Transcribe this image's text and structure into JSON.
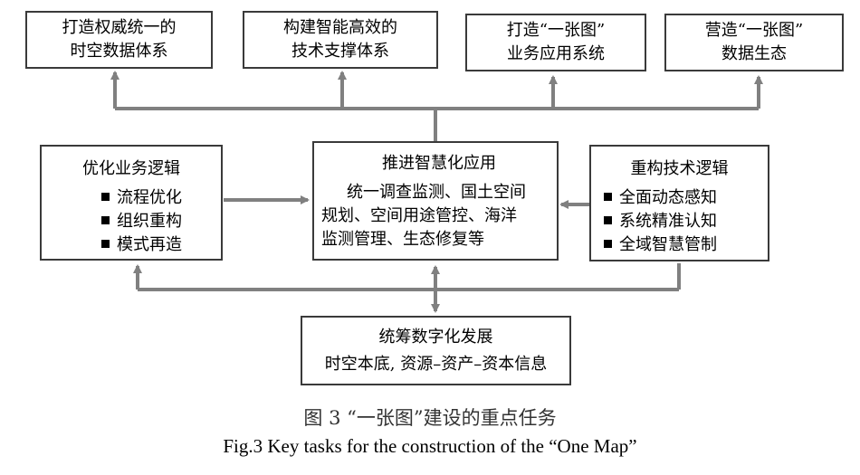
{
  "colors": {
    "arrow": "#808080",
    "border": "#3a3a3a"
  },
  "top_boxes": [
    {
      "lines": [
        "打造权威统一的",
        "时空数据体系"
      ]
    },
    {
      "lines": [
        "构建智能高效的",
        "技术支撑体系"
      ]
    },
    {
      "lines": [
        "打造“一张图”",
        "业务应用系统"
      ]
    },
    {
      "lines": [
        "营造“一张图”",
        "数据生态"
      ]
    }
  ],
  "left_box": {
    "title": "优化业务逻辑",
    "items": [
      "流程优化",
      "组织重构",
      "模式再造"
    ]
  },
  "center_box": {
    "title": "推进智慧化应用",
    "lines": [
      "统一调查监测、国土空间",
      "规划、空间用途管控、海洋",
      "监测管理、生态修复等"
    ]
  },
  "right_box": {
    "title": "重构技术逻辑",
    "items": [
      "全面动态感知",
      "系统精准认知",
      "全域智慧管制"
    ]
  },
  "bottom_box": {
    "lines": [
      "统筹数字化发展",
      "时空本底, 资源–资产–资本信息"
    ]
  },
  "caption": {
    "zh": "图 3  “一张图”建设的重点任务",
    "en": "Fig.3    Key tasks for the construction of the “One Map”"
  }
}
